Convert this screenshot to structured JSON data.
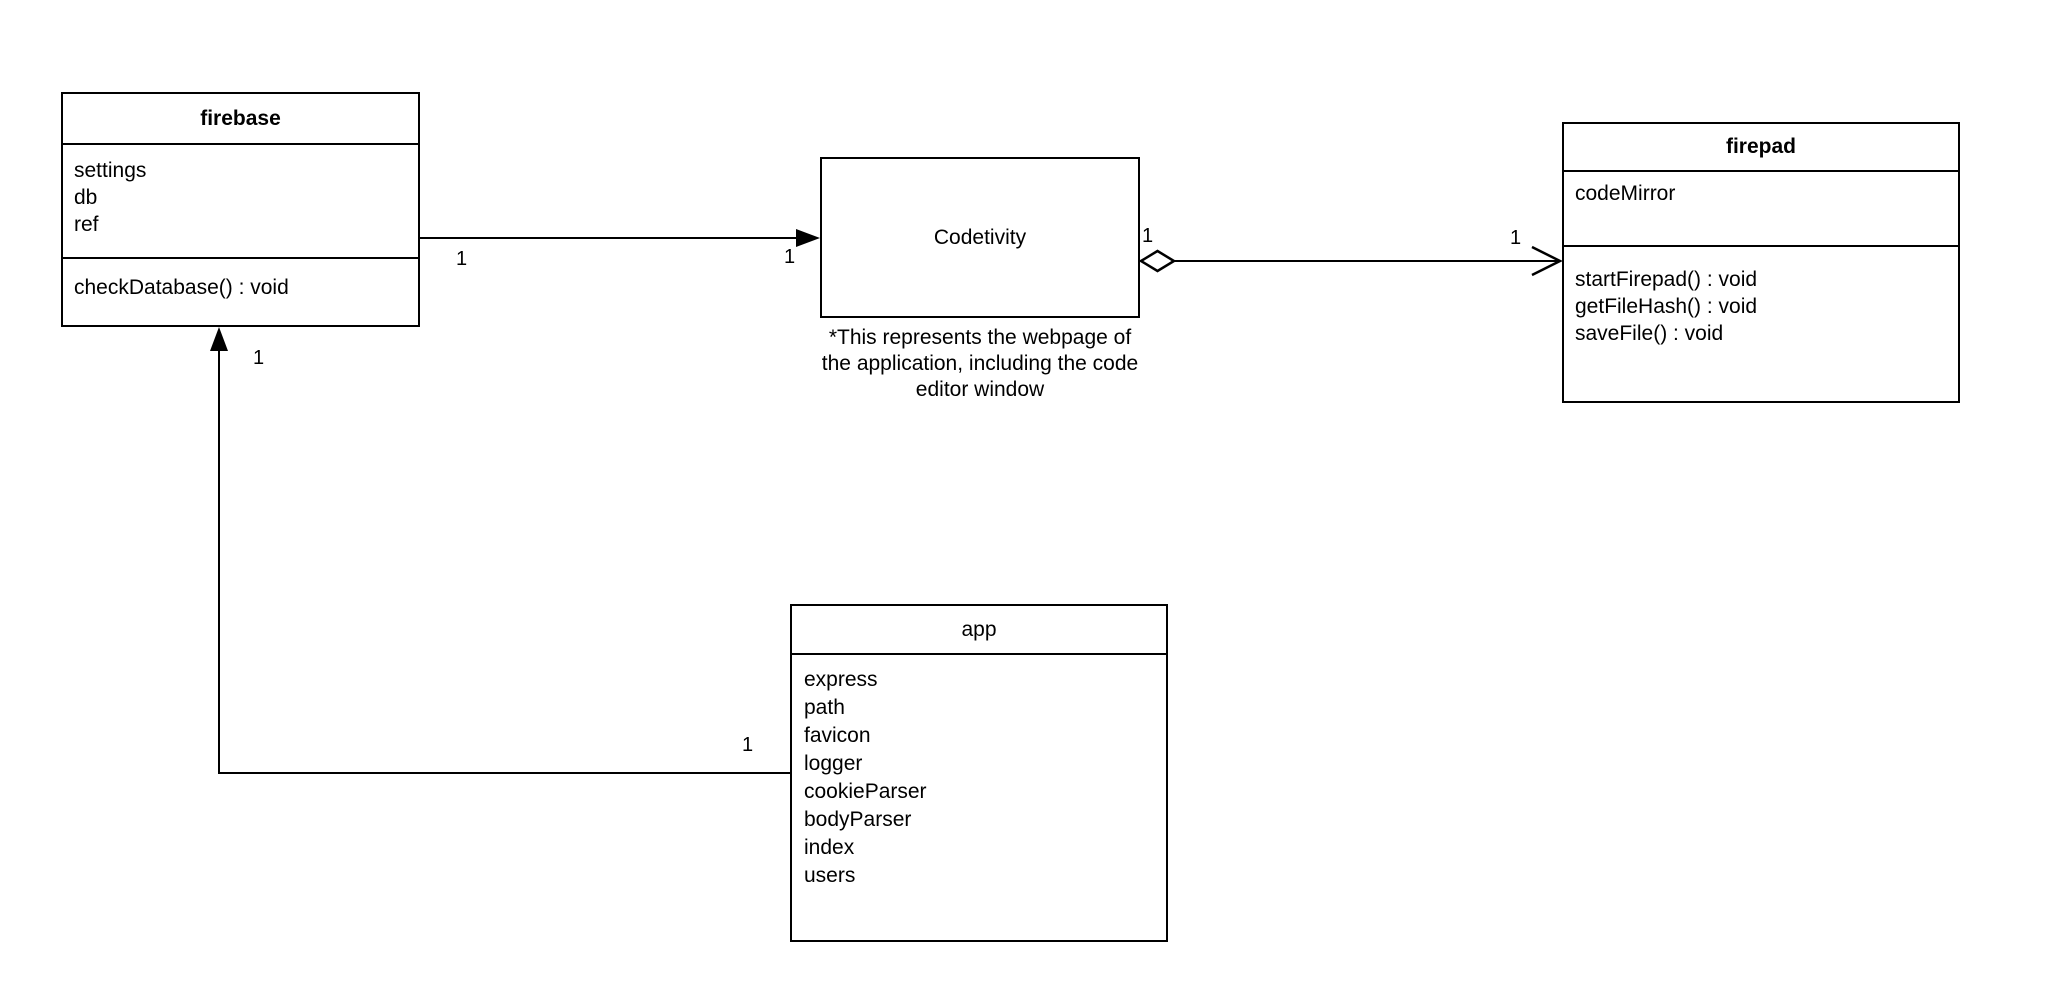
{
  "canvas": {
    "background_color": "#ffffff",
    "stroke_color": "#000000"
  },
  "classes": {
    "firebase": {
      "title": "firebase",
      "attributes": [
        "settings",
        "db",
        "ref"
      ],
      "methods": [
        "checkDatabase() : void"
      ]
    },
    "codetivity": {
      "title": "Codetivity",
      "note": [
        "*This represents the webpage of",
        "the application, including the code",
        "editor window"
      ]
    },
    "firepad": {
      "title": "firepad",
      "attributes": [
        "codeMirror"
      ],
      "methods": [
        "startFirepad() : void",
        "getFileHash() : void",
        "saveFile() : void"
      ]
    },
    "app": {
      "title": "app",
      "attributes": [
        "express",
        "path",
        "favicon",
        "logger",
        "cookieParser",
        "bodyParser",
        "index",
        "users"
      ],
      "methods": []
    }
  },
  "connections": [
    {
      "id": "firebase-to-codetivity",
      "type": "directed-association",
      "source": "firebase",
      "target": "Codetivity",
      "source_multiplicity": "1",
      "target_multiplicity": "1",
      "arrowhead": "filled-triangle"
    },
    {
      "id": "codetivity-to-firepad",
      "type": "aggregation",
      "source": "Codetivity",
      "target": "firepad",
      "source_multiplicity": "1",
      "target_multiplicity": "1",
      "source_decoration": "hollow-diamond",
      "arrowhead": "open-arrow"
    },
    {
      "id": "app-to-firebase",
      "type": "directed-association",
      "source": "app",
      "target": "firebase",
      "source_multiplicity": "1",
      "target_multiplicity": "1",
      "arrowhead": "filled-triangle"
    }
  ]
}
